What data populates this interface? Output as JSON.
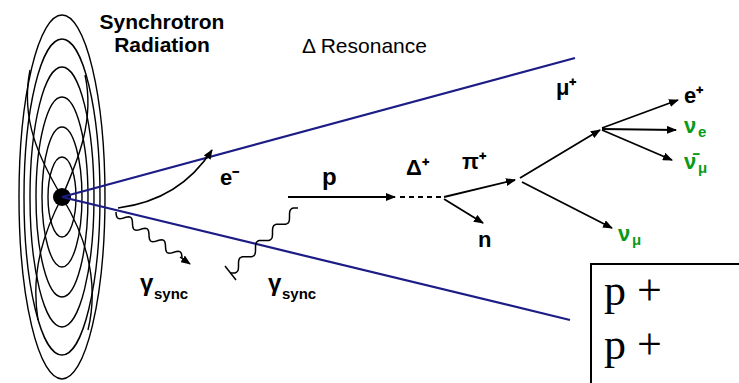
{
  "diagram": {
    "nodes": [
      {
        "text": [
          "p +",
          "p +"
        ]
      }
    ],
    "labels": [
      "Synchrotron Radiation",
      "Δ Resonance",
      "e⁻",
      "γ",
      "sync",
      "γ",
      "sync",
      "p",
      "Δ⁺",
      "π⁺",
      "n",
      "μ⁺",
      "e⁺",
      "ν",
      "e",
      "ν̄",
      "μ",
      "ν",
      "μ"
    ]
  }
}
